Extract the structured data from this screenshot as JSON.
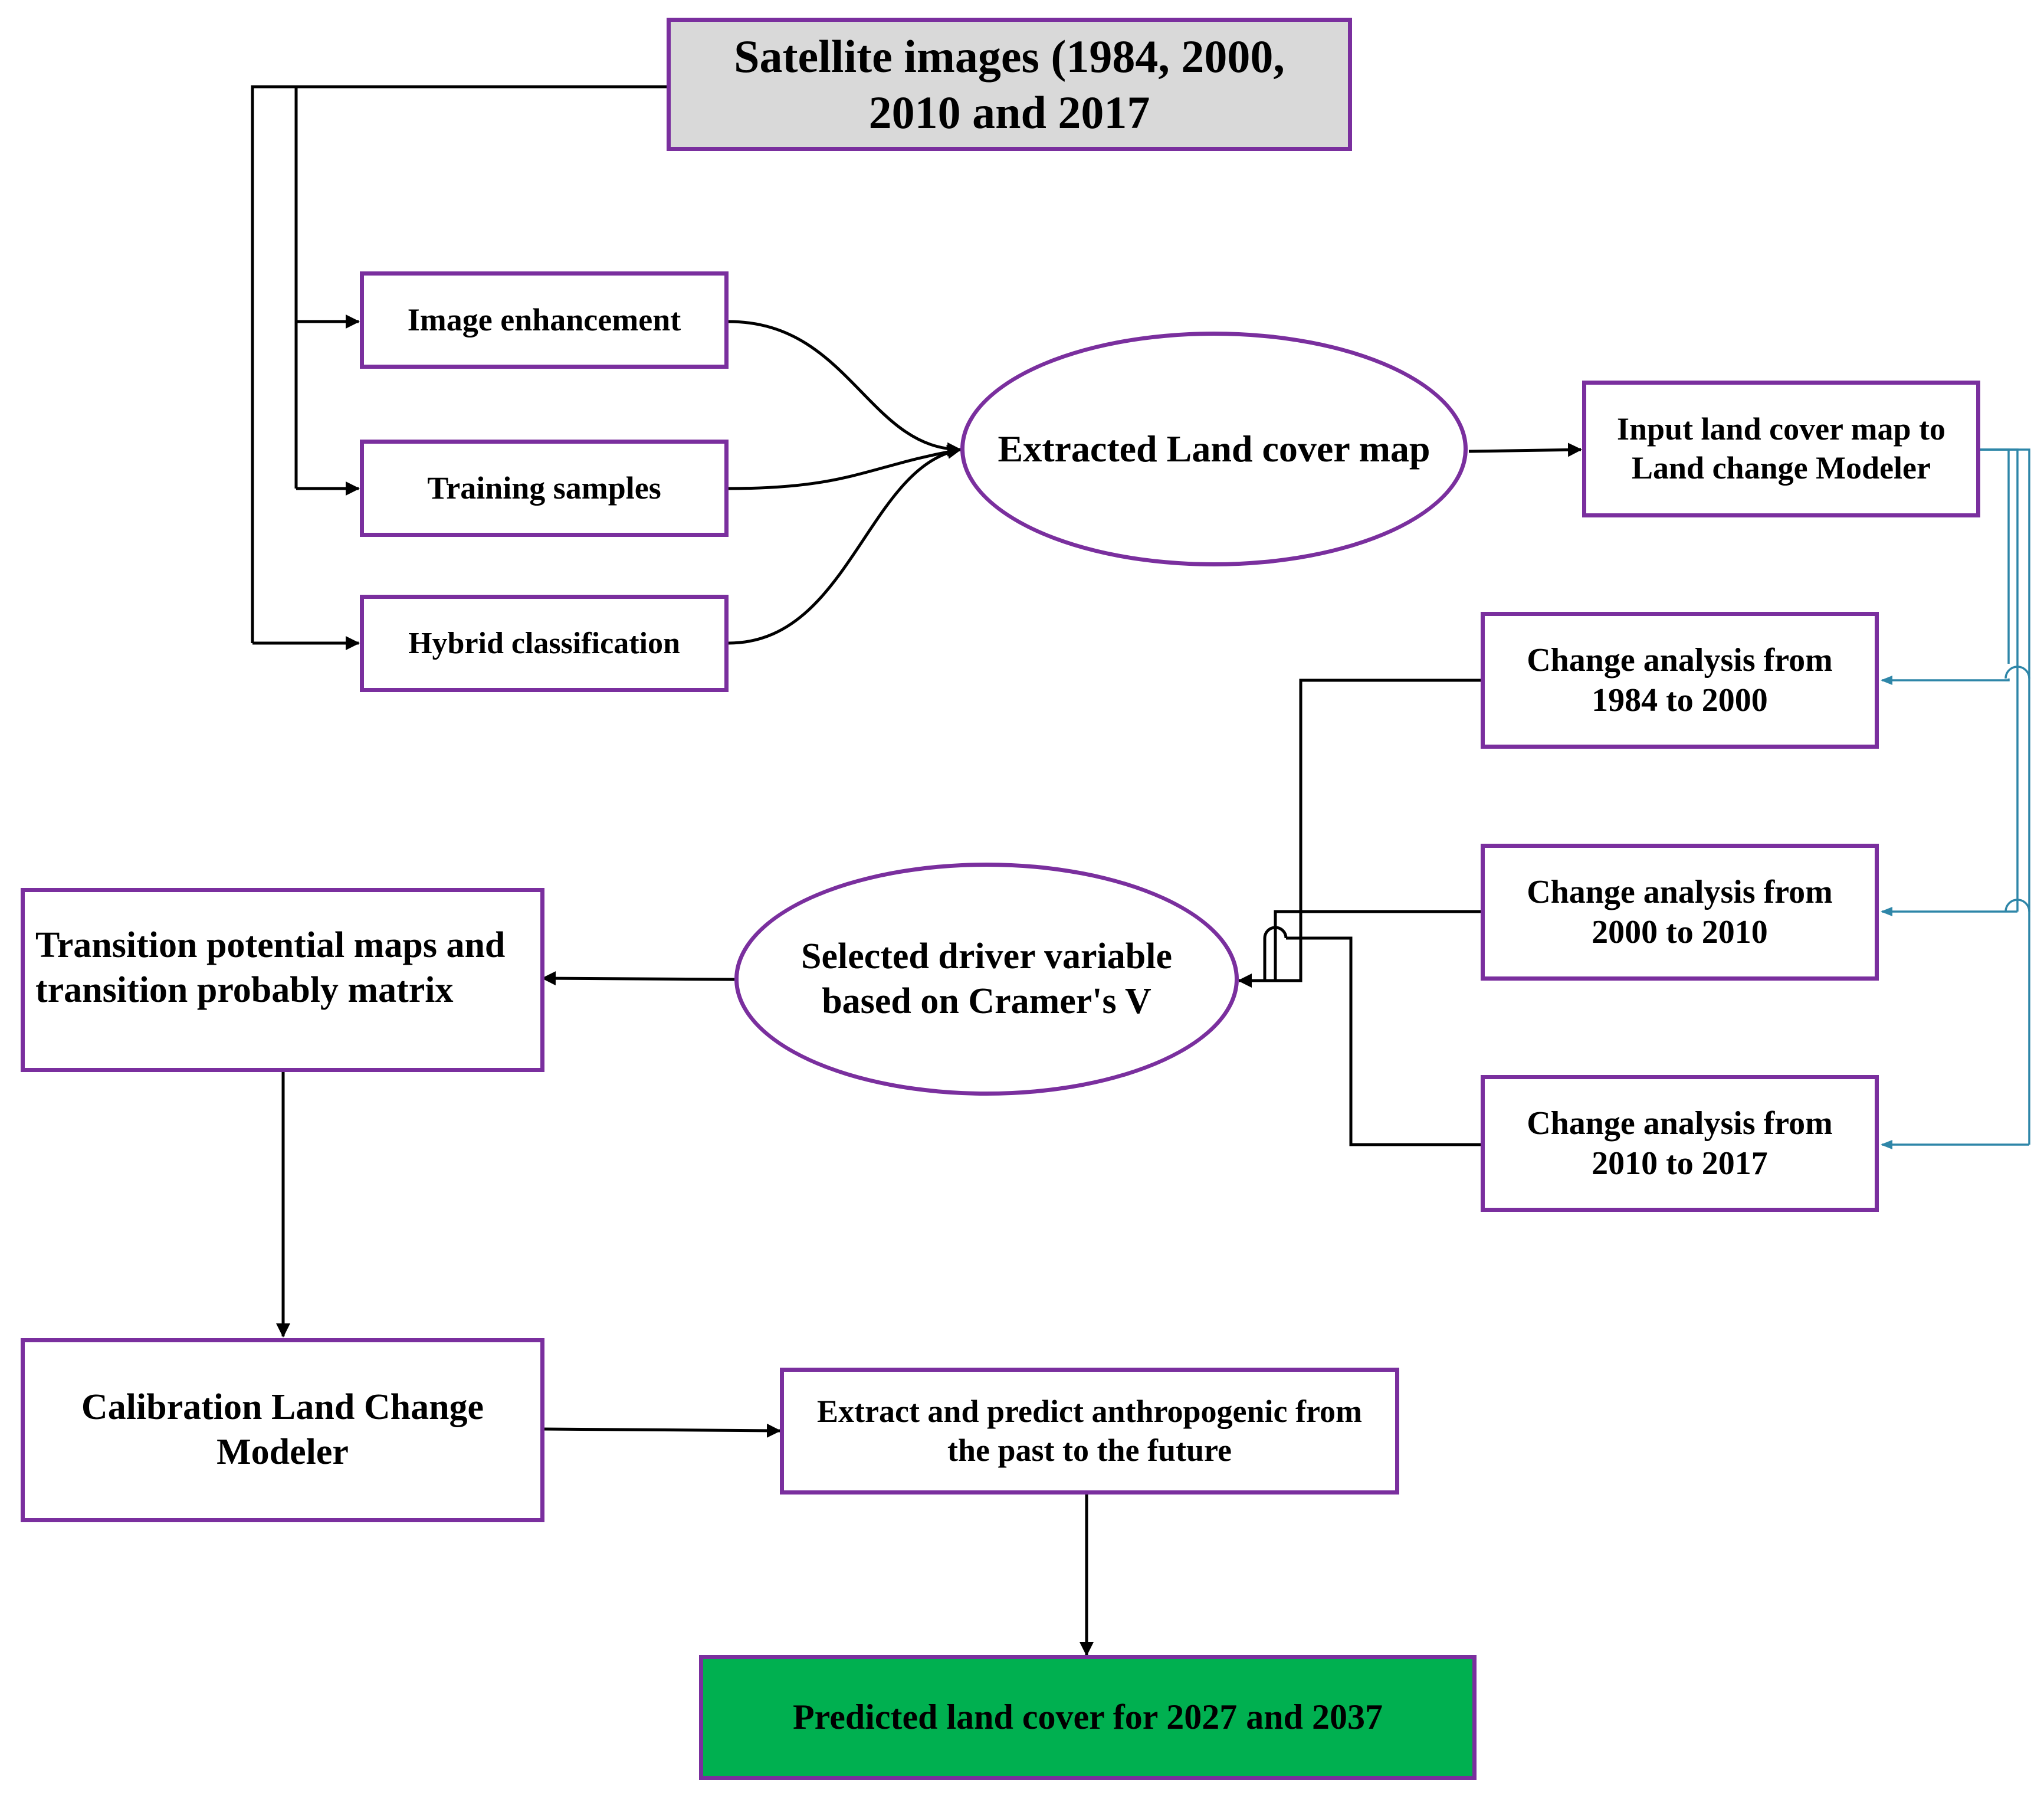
{
  "colors": {
    "node_border": "#7a2f9e",
    "arrow": "#000000",
    "feedback_arrow": "#2e86a8",
    "source_fill": "#d9d9d9",
    "output_fill": "#00b050"
  },
  "nodes": {
    "satellite": "Satellite images (1984, 2000,\n2010 and 2017",
    "image_enhancement": "Image enhancement",
    "training_samples": "Training samples",
    "hybrid_classification": "Hybrid classification",
    "extracted_map": "Extracted Land cover map",
    "input_lcm": "Input land cover map to\nLand change Modeler",
    "change_1984_2000": "Change analysis from\n1984 to 2000",
    "change_2000_2010": "Change analysis from\n2000 to 2010",
    "change_2010_2017": "Change analysis from\n2010 to 2017",
    "driver_variable": "Selected driver variable\nbased on Cramer's V",
    "transition_maps": "Transition potential maps and\ntransition probably matrix",
    "calibration": "Calibration Land Change\nModeler",
    "extract_predict": "Extract and predict anthropogenic from\nthe past to the future",
    "predicted": "Predicted land cover for 2027 and 2037"
  }
}
